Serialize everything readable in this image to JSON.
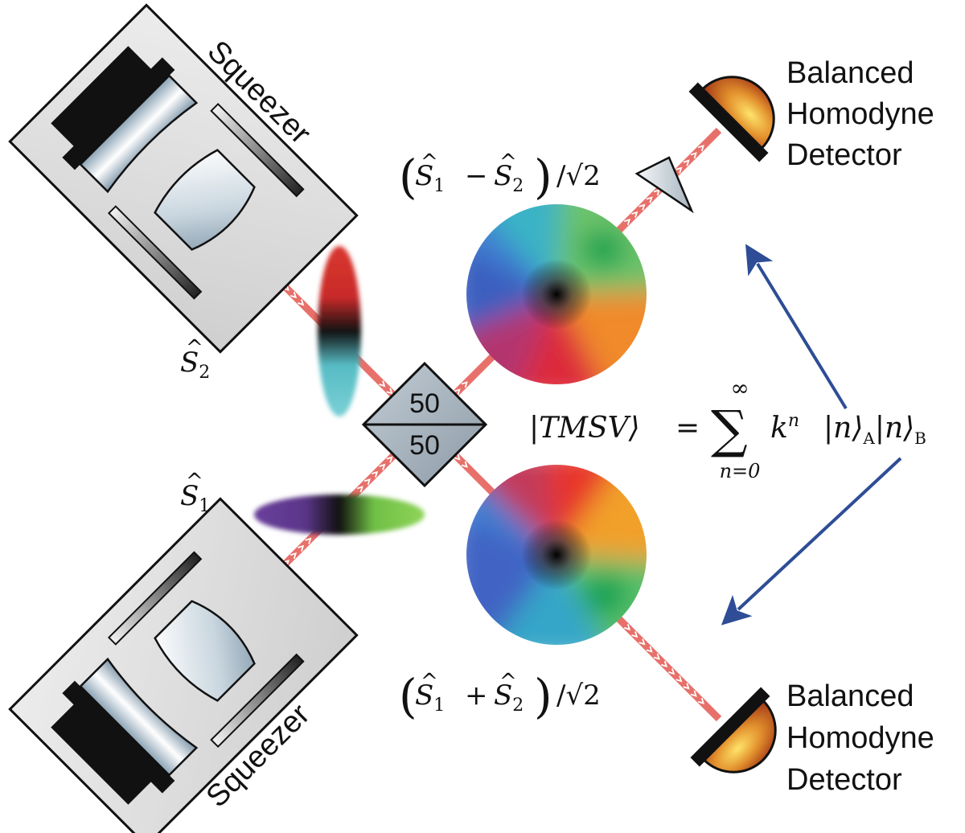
{
  "squeezers": {
    "top_label": "Squeezer",
    "bottom_label": "Squeezer"
  },
  "beam_splitter": {
    "top": "50",
    "bottom": "50"
  },
  "detectors": {
    "top": {
      "line1": "Balanced",
      "line2": "Homodyne",
      "line3": "Detector"
    },
    "bottom": {
      "line1": "Balanced",
      "line2": "Homodyne",
      "line3": "Detector"
    }
  },
  "modes": {
    "s2": {
      "letter": "S",
      "sub": "2"
    },
    "s1": {
      "letter": "S",
      "sub": "1"
    }
  },
  "outputs": {
    "minus": {
      "a_sub": "1",
      "op": "−",
      "b_sub": "2",
      "tail": "/√2"
    },
    "plus": {
      "a_sub": "1",
      "op": "+",
      "b_sub": "2",
      "tail": "/√2"
    }
  },
  "tmsv": {
    "lhs": "|TMSV⟩",
    "eq": "=",
    "sum": "∑",
    "upper": "∞",
    "lower": "n=0",
    "term": "k",
    "exp": "n",
    "ket_a": "|n⟩",
    "sub_a": "A",
    "ket_b": "|n⟩",
    "sub_b": "B"
  },
  "colors": {
    "beam": "#e8706a",
    "chevron": "#ffffff",
    "arrow": "#2e4d96",
    "box_fill": "#dcdcdc",
    "splitter_fill": "#a9b6c0",
    "detector_dome": "#d5842a",
    "detector_plate": "#111111"
  }
}
